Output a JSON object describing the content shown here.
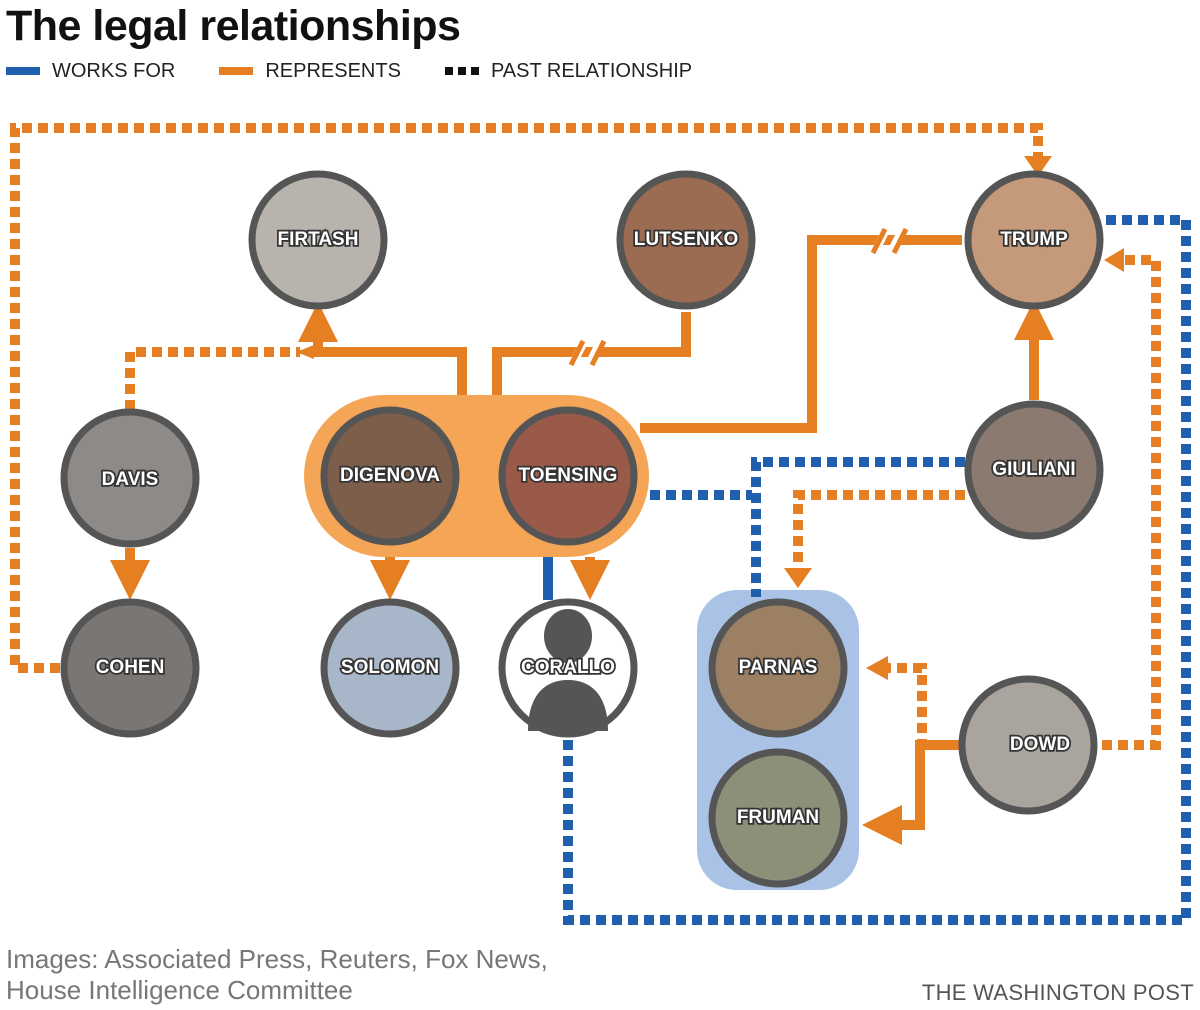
{
  "title": "The legal relationships",
  "legend": [
    {
      "label": "WORKS FOR",
      "color": "#1f5fae",
      "style": "solid"
    },
    {
      "label": "REPRESENTS",
      "color": "#e67e22",
      "style": "solid"
    },
    {
      "label": "PAST RELATIONSHIP",
      "color": "#111111",
      "style": "dashed"
    }
  ],
  "nodes": {
    "firtash": "FIRTASH",
    "lutsenko": "LUTSENKO",
    "trump": "TRUMP",
    "davis": "DAVIS",
    "digenova": "DIGENOVA",
    "toensing": "TOENSING",
    "giuliani": "GIULIANI",
    "cohen": "COHEN",
    "solomon": "SOLOMON",
    "corallo": "CORALLO",
    "parnas": "PARNAS",
    "fruman": "FRUMAN",
    "dowd": "DOWD"
  },
  "colors": {
    "works_for": "#1f5fae",
    "represents": "#e67e22",
    "group_orange": "#f5a556",
    "group_blue": "#a9c2e6",
    "node_ring": "#555555"
  },
  "caption_lines": [
    "Images: Associated Press, Reuters, Fox News,",
    "House Intelligence Committee"
  ],
  "credit": "THE WASHINGTON POST"
}
